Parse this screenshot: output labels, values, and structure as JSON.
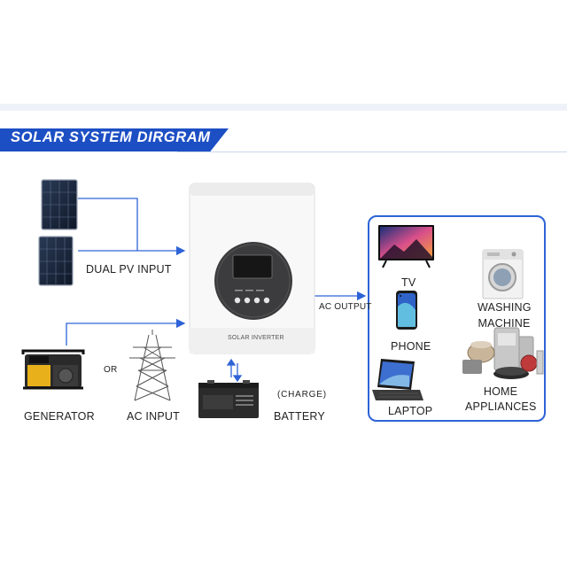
{
  "banner": {
    "title": "SOLAR SYSTEM  DIRGRAM"
  },
  "inverter": {
    "name": "SOLAR INVERTER"
  },
  "labels": {
    "dual_pv_input": "DUAL PV INPUT",
    "ac_output": "AC OUTPUT",
    "generator": "GENERATOR",
    "or": "OR",
    "ac_input": "AC INPUT",
    "charge": "(CHARGE)",
    "battery": "BATTERY"
  },
  "appliances": {
    "tv": "TV",
    "phone": "PHONE",
    "laptop": "LAPTOP",
    "washing_machine_line1": "WASHING",
    "washing_machine_line2": "MACHINE",
    "home_appliances_line1": "HOME",
    "home_appliances_line2": "APPLIANCES"
  },
  "colors": {
    "accent": "#1d4fc4",
    "line": "#2d63d6",
    "box_border": "#2d63d6"
  }
}
